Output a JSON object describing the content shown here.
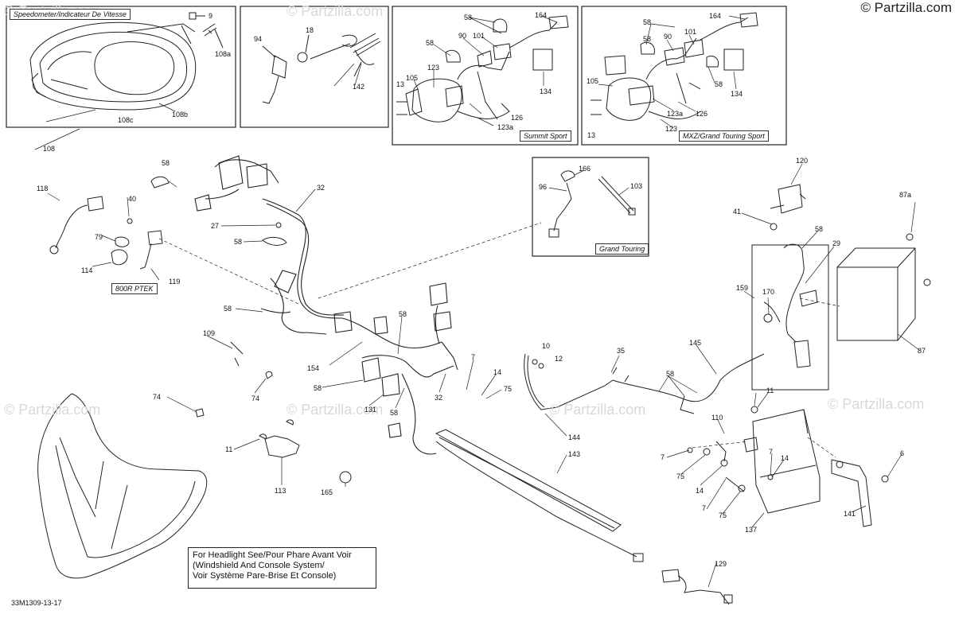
{
  "copyright": "© Partzilla.com",
  "watermark_text": "© Partzilla.com",
  "diagram_ref": "33M1309-13-17",
  "boxes": {
    "speedometer_title": "Speedometer/Indicateur De Vitesse",
    "summit": "Summit Sport",
    "mxz": "MXZ/Grand Touring Sport",
    "grand_touring": "Grand Touring",
    "ptek": "800R PTEK"
  },
  "note_lines": [
    "For Headlight See/Pour Phare Avant Voir",
    "(Windshield And Console System/",
    "Voir Système Pare-Brise Et Console)"
  ],
  "labels": {
    "l9": "9",
    "l108a": "108a",
    "l108b": "108b",
    "l108c": "108c",
    "l108": "108",
    "l94": "94",
    "l18": "18",
    "l142": "142",
    "s58a": "58",
    "s164": "164",
    "s58b": "58",
    "s90": "90",
    "s101": "101",
    "s123": "123",
    "s105": "105",
    "s13": "13",
    "s126": "126",
    "s123a": "123a",
    "s134": "134",
    "m58a": "58",
    "m164": "164",
    "m58b": "58",
    "m90": "90",
    "m101": "101",
    "m105": "105",
    "m58c": "58",
    "m134": "134",
    "m123a": "123a",
    "m126": "126",
    "m13": "13",
    "m123": "123",
    "l58top": "58",
    "l32top": "32",
    "l118": "118",
    "l40": "40",
    "l79": "79",
    "l114": "114",
    "l119": "119",
    "l27": "27",
    "l58mid": "58",
    "l58left": "58",
    "l166": "166",
    "l96": "96",
    "l103": "103",
    "l120": "120",
    "l41": "41",
    "l87a": "87a",
    "l58r": "58",
    "l29": "29",
    "l159": "159",
    "l170": "170",
    "l87": "87",
    "l109": "109",
    "l74a": "74",
    "l74b": "74",
    "l154": "154",
    "l58c": "58",
    "l58d": "58",
    "l131": "131",
    "l58e": "58",
    "l32b": "32",
    "l7a": "7",
    "l14a": "14",
    "l75a": "75",
    "l10": "10",
    "l12": "12",
    "l35": "35",
    "l145": "145",
    "l58f": "58",
    "l144": "144",
    "l11a": "11",
    "l113": "113",
    "l165": "165",
    "l143": "143",
    "l129": "129",
    "l11b": "11",
    "l110": "110",
    "l7b": "7",
    "l75b": "75",
    "l14b": "14",
    "l7c": "7",
    "l75c": "75",
    "l7d": "7",
    "l14c": "14",
    "l137": "137",
    "l141": "141",
    "l6": "6"
  },
  "colors": {
    "line": "#222222",
    "watermark": "#d8d8d8"
  }
}
